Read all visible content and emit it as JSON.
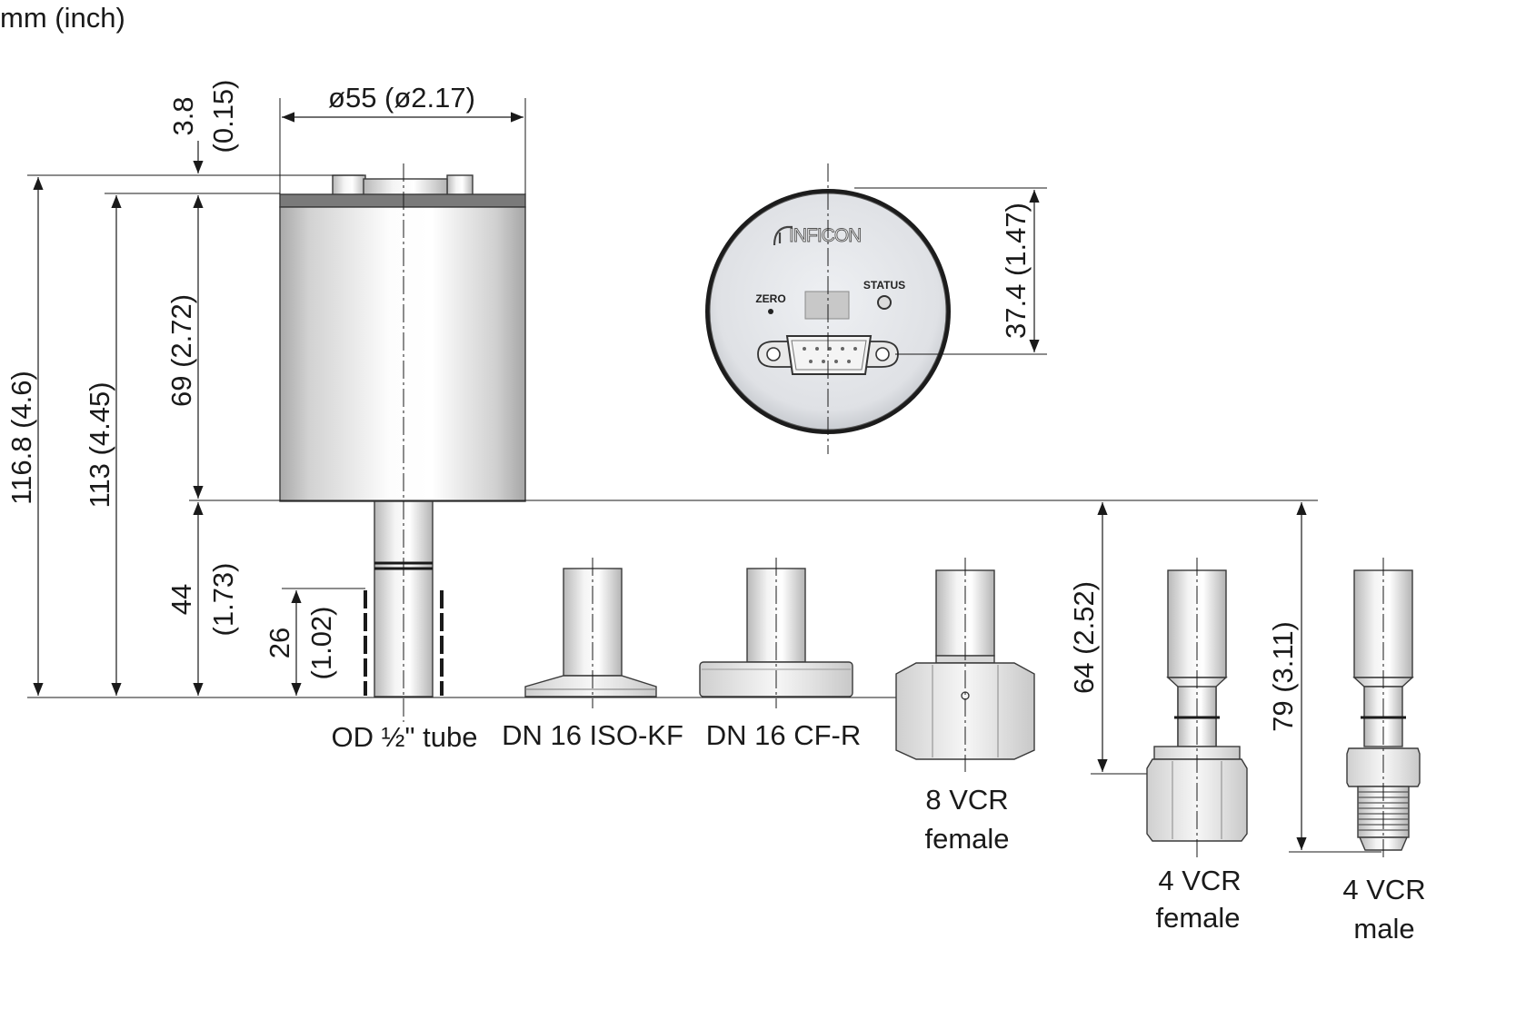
{
  "units_label": "mm (inch)",
  "dimensions": {
    "diameter": "ø55 (ø2.17)",
    "cap_height_mm": "3.8",
    "cap_height_in": "(0.15)",
    "total_height": "116.8 (4.6)",
    "height_113": "113 (4.45)",
    "body_height": "69 (2.72)",
    "flange_height_mm": "44",
    "flange_height_in": "(1.73)",
    "tube_mm": "26",
    "tube_in": "(1.02)",
    "face_37": "37.4 (1.47)",
    "vcr_64": "64 (2.52)",
    "vcr_79": "79 (3.11)"
  },
  "captions": {
    "tube": "OD ½\" tube",
    "iso_kf": "DN 16 ISO-KF",
    "cf_r": "DN 16 CF-R",
    "vcr8_line1": "8 VCR",
    "vcr8_line2": "female",
    "vcr4f_line1": "4 VCR",
    "vcr4f_line2": "female",
    "vcr4m_line1": "4 VCR",
    "vcr4m_line2": "male"
  },
  "face_labels": {
    "brand": "INFICON",
    "zero": "ZERO",
    "status": "STATUS"
  }
}
